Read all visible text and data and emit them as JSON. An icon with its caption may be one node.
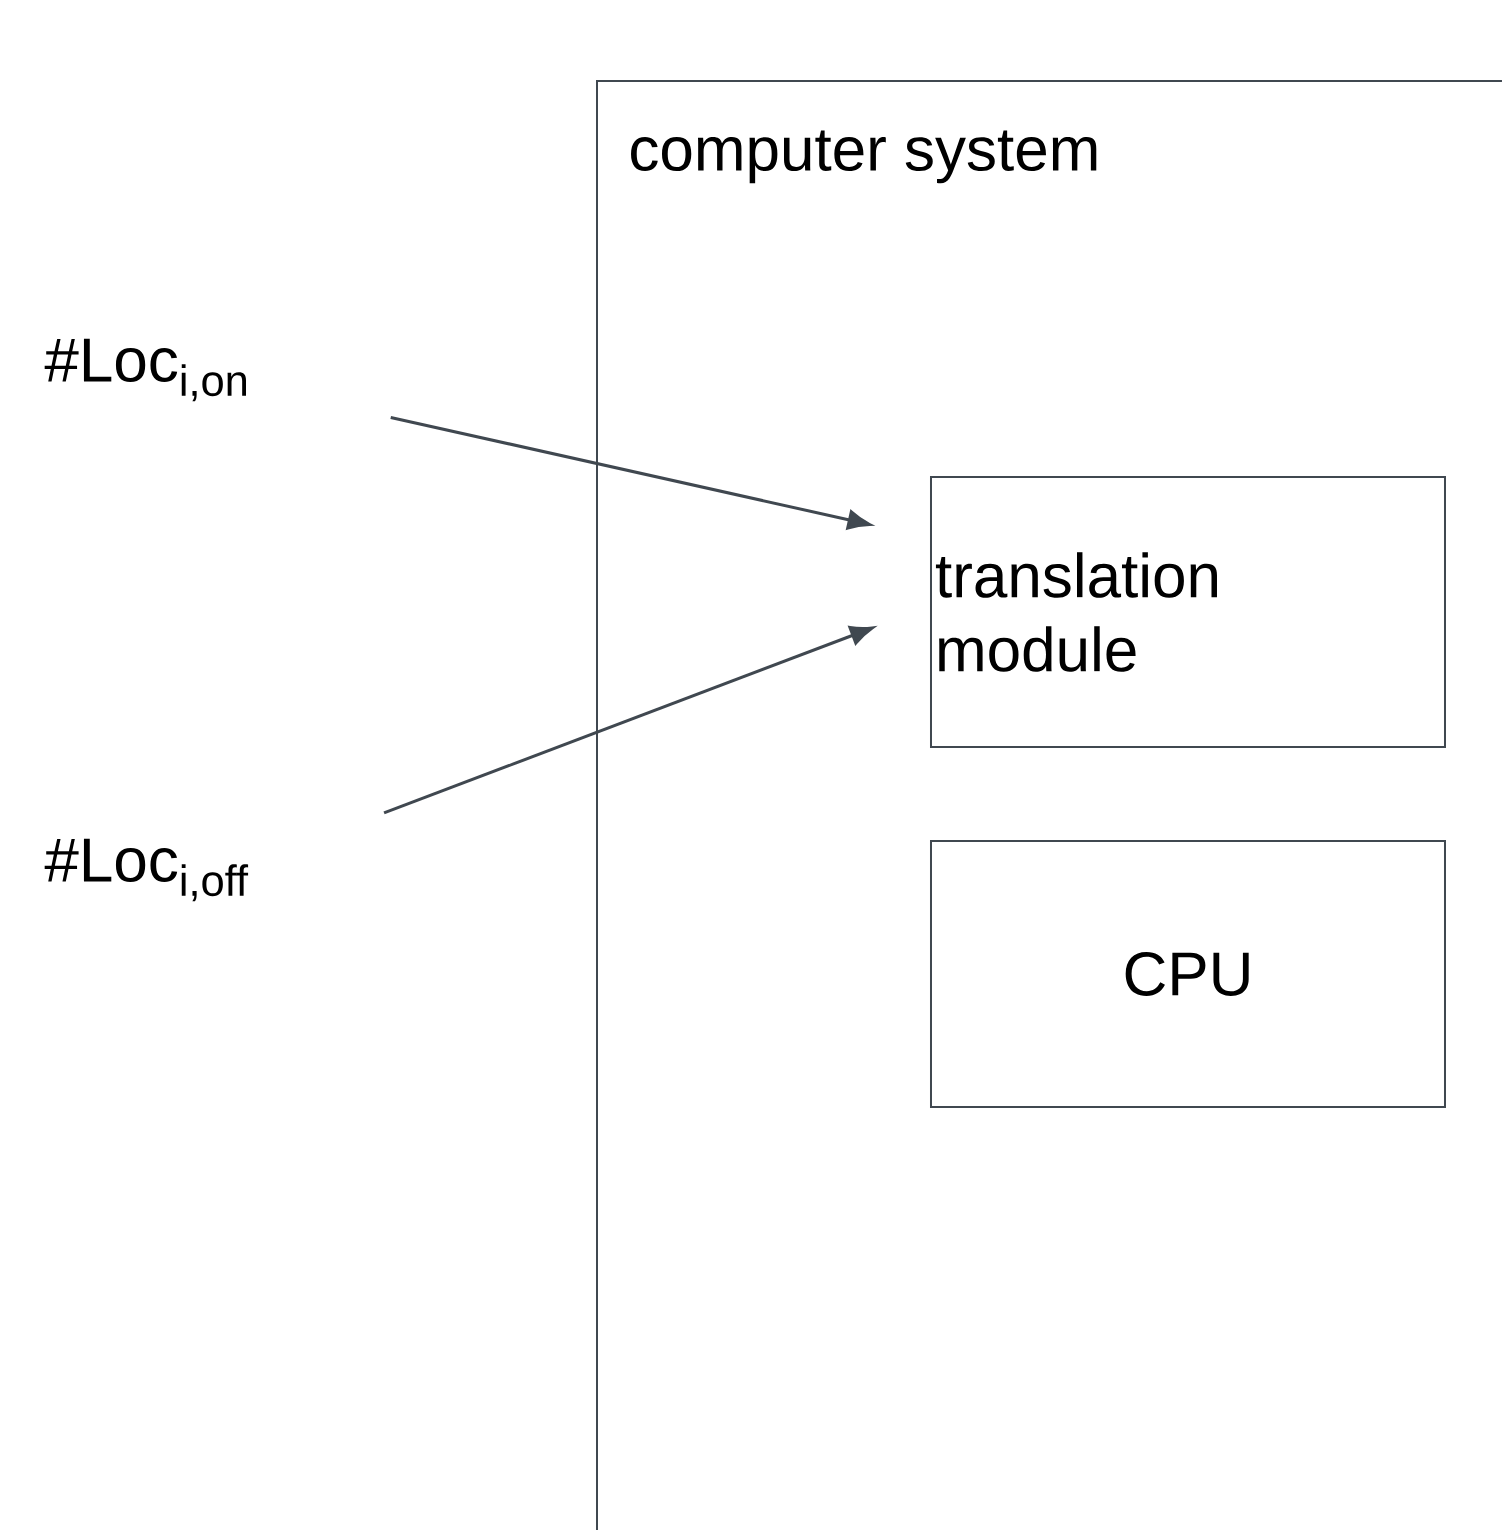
{
  "diagram": {
    "nodes": [
      {
        "text": [
          "computer system"
        ]
      },
      {
        "text": [
          "translation module"
        ],
        "in": 0
      },
      {
        "text": [
          "CPU"
        ],
        "in": 0
      },
      {
        "text": [
          "#Loc$_{i,on}$"
        ]
      },
      {
        "text": [
          "#Loc$_{i,off}$"
        ]
      }
    ],
    "edges": [
      {
        "from": 3,
        "to": 1,
        "arrow": "to"
      },
      {
        "from": 4,
        "to": 1,
        "arrow": "to"
      }
    ]
  }
}
